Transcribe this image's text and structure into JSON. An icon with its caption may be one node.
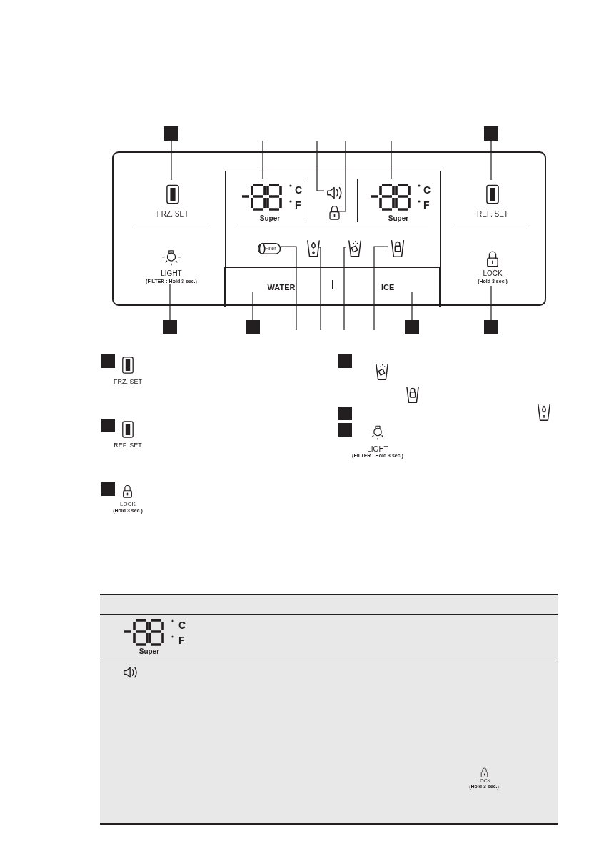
{
  "diagram": {
    "nodes": [
      {
        "text": [],
        "shape": "box"
      },
      {
        "text": [
          "FRZ. SET"
        ],
        "in": 0
      },
      {
        "text": [
          "LIGHT",
          "(FILTER : Hold 3 sec.)"
        ],
        "in": 0
      },
      {
        "text": [],
        "shape": "box",
        "in": 0
      },
      {
        "text": [
          "C",
          "F",
          "Super"
        ],
        "in": 3
      },
      {
        "text": [],
        "shape": "speaker",
        "in": 3
      },
      {
        "text": [],
        "shape": "padlock",
        "in": 3
      },
      {
        "text": [
          "C",
          "F",
          "Super"
        ],
        "in": 3
      },
      {
        "text": [
          "Filter"
        ],
        "in": 3
      },
      {
        "text": [],
        "shape": "cup",
        "in": 3
      },
      {
        "text": [],
        "shape": "cup",
        "in": 3
      },
      {
        "text": [],
        "shape": "cup",
        "in": 3
      },
      {
        "text": [],
        "shape": "box",
        "in": 0
      },
      {
        "text": [
          "WATER"
        ],
        "in": 12
      },
      {
        "text": [
          "ICE"
        ],
        "in": 12
      },
      {
        "text": [
          "REF. SET"
        ],
        "in": 0
      },
      {
        "text": [
          "LOCK",
          "(Hold 3 sec.)"
        ],
        "in": 0
      },
      {
        "text": [],
        "shape": "box"
      },
      {
        "text": [],
        "shape": "box"
      },
      {
        "text": [],
        "shape": "box"
      },
      {
        "text": [],
        "shape": "box"
      },
      {
        "text": [],
        "shape": "box"
      },
      {
        "text": [],
        "shape": "box"
      },
      {
        "text": [],
        "shape": "box"
      },
      {
        "text": [],
        "shape": "box"
      },
      {
        "text": [],
        "shape": "box"
      },
      {
        "text": [],
        "shape": "box"
      },
      {
        "text": [],
        "shape": "box"
      },
      {
        "text": [],
        "shape": "box"
      }
    ],
    "edges": [
      {
        "from": 17,
        "to": 1,
        "arrow": "none"
      },
      {
        "from": null,
        "to": 4,
        "arrow": "none"
      },
      {
        "from": null,
        "to": 5,
        "arrow": "none"
      },
      {
        "from": null,
        "to": 6,
        "arrow": "none"
      },
      {
        "from": null,
        "to": 7,
        "arrow": "none"
      },
      {
        "from": 18,
        "to": 15,
        "arrow": "none"
      },
      {
        "from": null,
        "to": 8,
        "arrow": "none"
      },
      {
        "from": null,
        "to": 9,
        "arrow": "none"
      },
      {
        "from": null,
        "to": 10,
        "arrow": "none"
      },
      {
        "from": null,
        "to": 11,
        "arrow": "none"
      },
      {
        "from": 19,
        "to": 2,
        "arrow": "none"
      },
      {
        "from": 20,
        "to": 13,
        "arrow": "none"
      },
      {
        "from": 21,
        "to": 14,
        "arrow": "none"
      },
      {
        "from": 22,
        "to": 16,
        "arrow": "none"
      }
    ],
    "labels": [
      "FRZ. SET",
      "REF. SET",
      "LIGHT",
      "(FILTER : Hold 3 sec.)",
      "LOCK",
      "(Hold 3 sec.)",
      "C",
      "F",
      "Super",
      "LOCK",
      "(Hold 3 sec.)"
    ]
  }
}
